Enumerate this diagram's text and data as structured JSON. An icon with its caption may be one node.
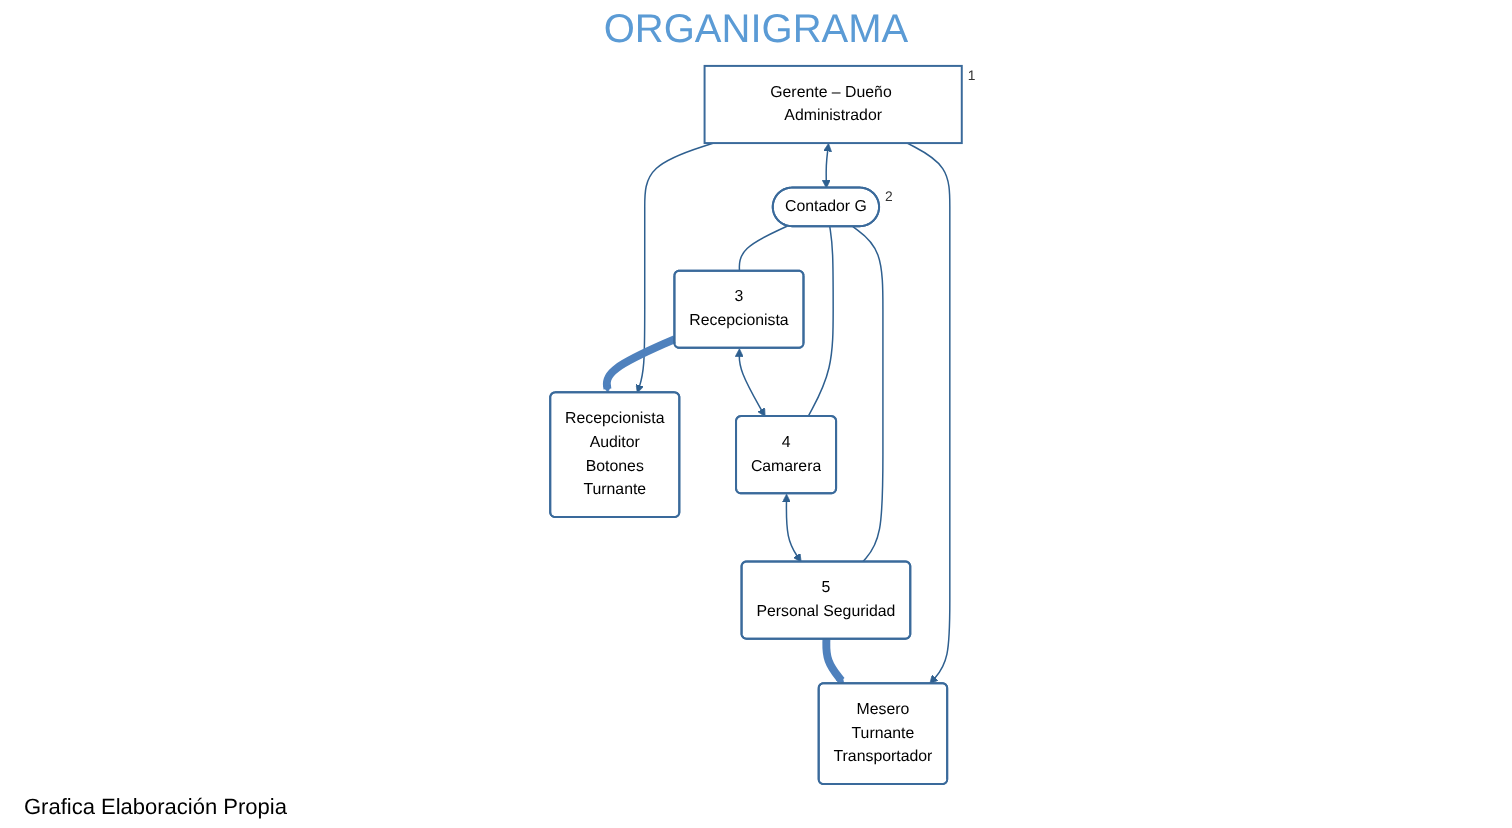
{
  "diagram": {
    "title": "ORGANIGRAMA",
    "caption": "Grafica Elaboración Propia",
    "nodes": [
      {
        "text": [
          "Gerente – Dueño Administrador"
        ],
        "beside": [
          "1"
        ]
      },
      {
        "text": [
          "Recepcionista",
          "Auditor",
          "Botones",
          "Turnante"
        ]
      },
      {
        "text": [
          "Mesero",
          "Turnante",
          "Transportador"
        ]
      },
      {
        "text": [
          "Contador G"
        ],
        "beside": [
          "2"
        ]
      },
      {
        "text": [
          "3",
          "Recepcionista"
        ]
      },
      {
        "text": [
          "4",
          "Camarera"
        ]
      },
      {
        "text": [
          "5",
          "Personal Seguridad"
        ]
      }
    ],
    "edges": [
      {
        "from": 0,
        "to": 1,
        "arrow": "to"
      },
      {
        "from": 0,
        "to": 2,
        "arrow": "to"
      },
      {
        "from": 0,
        "to": 3,
        "arrow": "both"
      },
      {
        "from": 3,
        "to": 4,
        "arrow": "none"
      },
      {
        "from": 3,
        "to": 5,
        "arrow": "none"
      },
      {
        "from": 3,
        "to": 6,
        "arrow": "none"
      },
      {
        "from": 4,
        "to": 5,
        "arrow": "both"
      },
      {
        "from": 5,
        "to": 6,
        "arrow": "both"
      },
      {
        "from": 4,
        "to": 1,
        "arrow": "to",
        "style": "thick",
        "color": "#4f81bd"
      },
      {
        "from": 6,
        "to": 2,
        "arrow": "to",
        "style": "thick",
        "color": "#4f81bd"
      }
    ]
  }
}
